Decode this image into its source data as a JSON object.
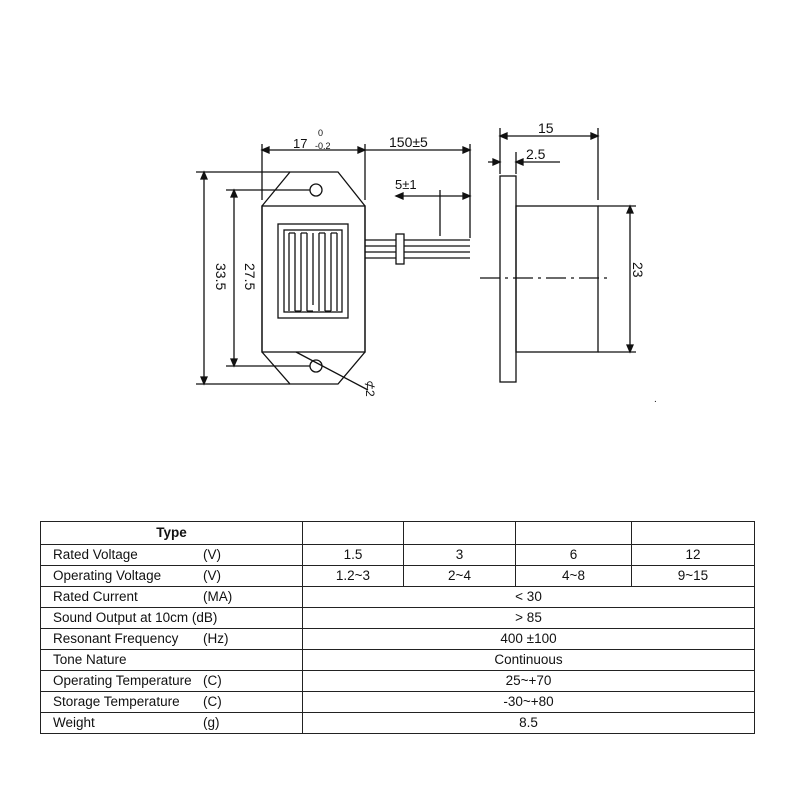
{
  "drawing": {
    "top_width": "17",
    "top_width_tol_upper": "0",
    "top_width_tol_lower": "-0.2",
    "lead_length": "150±5",
    "lead_strip": "5±1",
    "height_total": "33.5",
    "hole_spacing": "27.5",
    "hole_diameter": "⊄2",
    "side_depth": "15",
    "flange_thickness": "2.5",
    "side_height": "23"
  },
  "table": {
    "header": "Type",
    "voltage_columns": [
      "1.5",
      "3",
      "6",
      "12"
    ],
    "rows": [
      {
        "name": "Rated Voltage",
        "unit": "(V)",
        "values": [
          "1.5",
          "3",
          "6",
          "12"
        ]
      },
      {
        "name": "Operating  Voltage",
        "unit": "(V)",
        "values": [
          "1.2~3",
          "2~4",
          "4~8",
          "9~15"
        ]
      },
      {
        "name": "Rated Current",
        "unit": "(MA)",
        "value": "< 30"
      },
      {
        "name": "Sound Output at 10cm (dB)",
        "unit": "",
        "value": "> 85"
      },
      {
        "name": "Resonant Frequency",
        "unit": "(Hz)",
        "value": "400 ±100"
      },
      {
        "name": "Tone Nature",
        "unit": "",
        "value": "Continuous"
      },
      {
        "name": "Operating Temperature",
        "unit": "(C)",
        "value": "25~+70"
      },
      {
        "name": "Storage  Temperature",
        "unit": "(C)",
        "value": "-30~+80"
      },
      {
        "name": "Weight",
        "unit": "(g)",
        "value": "8.5"
      }
    ]
  }
}
